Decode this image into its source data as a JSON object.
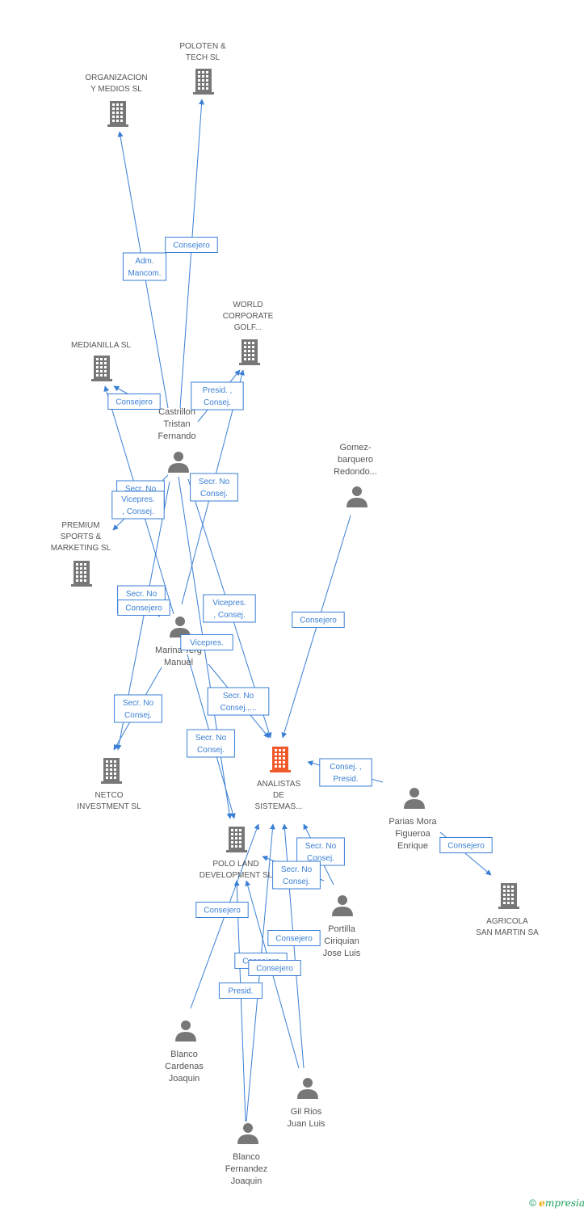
{
  "colors": {
    "edge": "#3a7fd5",
    "company": "#777777",
    "focus": "#f05a28",
    "person": "#777777",
    "label": "#555555"
  },
  "nodes": [
    {
      "id": "poloten",
      "type": "company",
      "label": [
        "POLOTEN &",
        "TECH SL"
      ]
    },
    {
      "id": "organizacion",
      "type": "company",
      "label": [
        "ORGANIZACION",
        "Y MEDIOS SL"
      ]
    },
    {
      "id": "world",
      "type": "company",
      "label": [
        "WORLD",
        "CORPORATE",
        "GOLF..."
      ]
    },
    {
      "id": "medianilla",
      "type": "company",
      "label": [
        "MEDIANILLA SL"
      ]
    },
    {
      "id": "premium",
      "type": "company",
      "label": [
        "PREMIUM",
        "SPORTS &",
        "MARKETING SL"
      ]
    },
    {
      "id": "netco",
      "type": "company",
      "label": [
        "NETCO",
        "INVESTMENT SL"
      ]
    },
    {
      "id": "analistas",
      "type": "focus",
      "label": [
        "ANALISTAS",
        "DE",
        "SISTEMAS..."
      ]
    },
    {
      "id": "poloLand",
      "type": "company",
      "label": [
        "POLO LAND",
        "DEVELOPMENT SL"
      ]
    },
    {
      "id": "agricola",
      "type": "company",
      "label": [
        "AGRICOLA",
        "SAN MARTIN SA"
      ]
    },
    {
      "id": "castrillon",
      "type": "person",
      "label": [
        "Castrillon",
        "Tristan",
        "Fernando"
      ]
    },
    {
      "id": "gomez",
      "type": "person",
      "label": [
        "Gomez-",
        "barquero",
        "Redondo..."
      ]
    },
    {
      "id": "marina",
      "type": "person",
      "label": [
        "Marina Terg",
        "Manuel"
      ]
    },
    {
      "id": "parias",
      "type": "person",
      "label": [
        "Parias Mora",
        "Figueroa",
        "Enrique"
      ]
    },
    {
      "id": "portilla",
      "type": "person",
      "label": [
        "Portilla",
        "Ciriquian",
        "Jose Luis"
      ]
    },
    {
      "id": "blancoCardenas",
      "type": "person",
      "label": [
        "Blanco",
        "Cardenas",
        "Joaquin"
      ]
    },
    {
      "id": "gilRios",
      "type": "person",
      "label": [
        "Gil Rios",
        "Juan Luis"
      ]
    },
    {
      "id": "blancoFernandez",
      "type": "person",
      "label": [
        "Blanco",
        "Fernandez",
        "Joaquin"
      ]
    }
  ],
  "edges": [
    {
      "from": "castrillon",
      "to": "organizacion",
      "label": [
        "Adm.",
        "Mancom."
      ]
    },
    {
      "from": "castrillon",
      "to": "poloten",
      "label": [
        "Consejero"
      ]
    },
    {
      "from": "castrillon",
      "to": "world",
      "label": [
        "Presid. ,",
        "Consej."
      ]
    },
    {
      "from": "castrillon",
      "to": "medianilla",
      "label": [
        "Consejero"
      ]
    },
    {
      "from": "castrillon",
      "to": "premium",
      "label": [
        "Secr. No",
        "Consej."
      ]
    },
    {
      "from": "marina",
      "to": "premium",
      "label": [
        "Vicepres.",
        ", Consej."
      ]
    },
    {
      "from": "castrillon",
      "to": "netco",
      "label": [
        "Secr. No",
        "Consej."
      ]
    },
    {
      "from": "marina",
      "to": "world",
      "label": [
        "Secr. No",
        "Consej."
      ]
    },
    {
      "from": "marina",
      "to": "medianilla",
      "label": [
        "Consejero"
      ]
    },
    {
      "from": "castrillon",
      "to": "analistas",
      "label": [
        "Vicepres.",
        ", Consej."
      ]
    },
    {
      "from": "marina",
      "to": "analistas",
      "label": [
        "Secr. No",
        "Consej.,..."
      ]
    },
    {
      "from": "marina",
      "to": "netco",
      "label": [
        "Secr. No",
        "Consej."
      ]
    },
    {
      "from": "castrillon",
      "to": "poloLand",
      "label": [
        "Secr. No",
        "Consej."
      ]
    },
    {
      "from": "marina",
      "to": "poloLand",
      "label": [
        "Vicepres."
      ]
    },
    {
      "from": "gomez",
      "to": "analistas",
      "label": [
        "Consejero"
      ]
    },
    {
      "from": "parias",
      "to": "analistas",
      "label": [
        "Consej. ,",
        "Presid."
      ]
    },
    {
      "from": "parias",
      "to": "agricola",
      "label": [
        "Consejero"
      ]
    },
    {
      "from": "portilla",
      "to": "analistas",
      "label": [
        "Secr. No",
        "Consej."
      ]
    },
    {
      "from": "gilRios",
      "to": "analistas",
      "label": [
        "Consejero"
      ]
    },
    {
      "from": "blancoFernandez",
      "to": "analistas",
      "label": [
        "Consejero"
      ]
    },
    {
      "from": "blancoCardenas",
      "to": "analistas",
      "label": [
        "Consejero"
      ]
    },
    {
      "from": "blancoFernandez",
      "to": "poloLand",
      "label": [
        "Presid."
      ]
    },
    {
      "from": "gilRios",
      "to": "poloLand",
      "label": [
        "Consejero"
      ]
    },
    {
      "from": "portilla",
      "to": "poloLand",
      "label": [
        "Secr. No",
        "Consej."
      ]
    }
  ],
  "footer": {
    "copyright": "©",
    "brand_initial": "e",
    "brand_rest": "mpresia"
  }
}
